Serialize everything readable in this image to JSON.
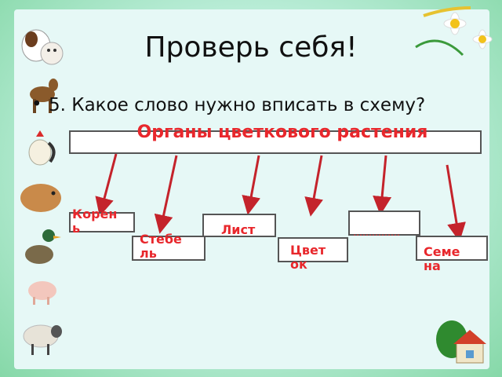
{
  "slide": {
    "title": "Проверь себя!",
    "question": "5. Какое слово нужно вписать в схему?",
    "heading": "Органы цветкового растения",
    "items": {
      "root": "Корень",
      "stem": "Стебель",
      "leaf": "Лист",
      "flower": "Цветок",
      "blank": "……………",
      "seeds": "Семена"
    }
  },
  "colors": {
    "accent": "#e8272c",
    "arrow": "#c4232b"
  },
  "icons": [
    "puppy-kitten-icon",
    "horse-icon",
    "rooster-icon",
    "hamster-icon",
    "duck-icon",
    "pig-icon",
    "sheep-icon",
    "daisies-icon",
    "house-icon"
  ]
}
